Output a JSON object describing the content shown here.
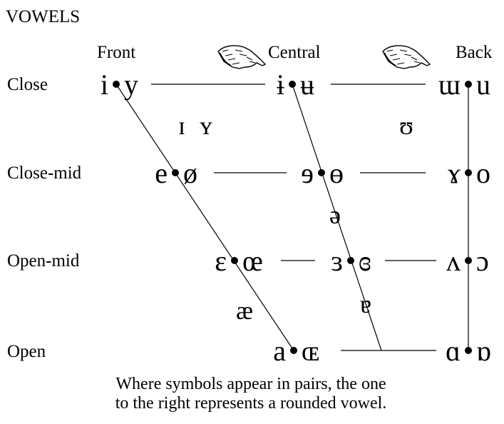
{
  "title": "VOWELS",
  "columns": {
    "front": "Front",
    "central": "Central",
    "back": "Back"
  },
  "rows": {
    "close": "Close",
    "close_mid": "Close-mid",
    "open_mid": "Open-mid",
    "open": "Open"
  },
  "vowels": {
    "close": {
      "front_unrounded": "i",
      "front_rounded": "y",
      "central_unrounded": "ɨ",
      "central_rounded": "ʉ",
      "back_unrounded": "ɯ",
      "back_rounded": "u"
    },
    "near_close": {
      "front_unrounded": "ɪ",
      "front_rounded": "ʏ",
      "back_rounded": "ʊ"
    },
    "close_mid": {
      "front_unrounded": "e",
      "front_rounded": "ø",
      "central_unrounded": "ɘ",
      "central_rounded": "ɵ",
      "back_unrounded": "ɤ",
      "back_rounded": "o"
    },
    "mid": {
      "central": "ə"
    },
    "open_mid": {
      "front_unrounded": "ɛ",
      "front_rounded": "œ",
      "central_unrounded": "ɜ",
      "central_rounded": "ɞ",
      "back_unrounded": "ʌ",
      "back_rounded": "ɔ"
    },
    "near_open": {
      "front": "æ",
      "central": "ɐ"
    },
    "open": {
      "front_unrounded": "a",
      "front_rounded": "ɶ",
      "back_unrounded": "ɑ",
      "back_rounded": "ɒ"
    }
  },
  "icons": {
    "left_hand": "pointing-hand-icon",
    "right_hand": "pointing-hand-icon"
  },
  "caption": {
    "line1": "Where symbols appear in pairs, the one",
    "line2": "to the right represents a rounded vowel."
  }
}
